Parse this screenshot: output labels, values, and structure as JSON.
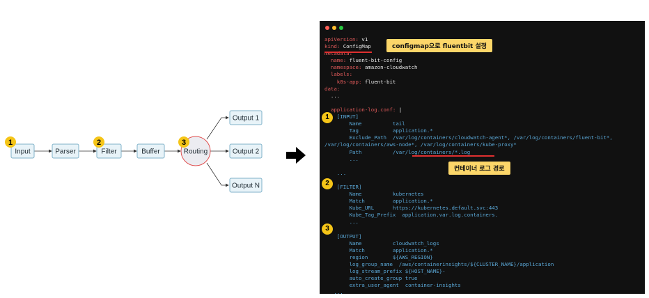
{
  "pipeline": {
    "input": "Input",
    "parser": "Parser",
    "filter": "Filter",
    "buffer": "Buffer",
    "routing": "Routing",
    "output1": "Output 1",
    "output2": "Output 2",
    "outputN": "Output N",
    "badge1": "1",
    "badge2": "2",
    "badge3": "3"
  },
  "colors": {
    "badge": "#f5c518",
    "node_border": "#7fb2c9",
    "node_fill": "#e8f3f8",
    "routing_border": "#e05050",
    "terminal_bg": "#111111",
    "key": "#e05a5a",
    "string": "#5aa7d6",
    "callout_bg": "#fcd669",
    "underline": "#e03030"
  },
  "terminal": {
    "callout_kind": "configmap으로 fluentbit 설정",
    "callout_path": "컨테이너 로그 경로",
    "badge1": "1",
    "badge2": "2",
    "badge3": "3",
    "lines": {
      "l01k": "apiVersion:",
      "l01v": " v1",
      "l02k": "kind:",
      "l02v": " ConfigMap",
      "l03k": "metadata:",
      "l04k": "  name:",
      "l04v": " fluent-bit-config",
      "l05k": "  namespace:",
      "l05v": " amazon-cloudwatch",
      "l06k": "  labels:",
      "l07k": "    k8s-app:",
      "l07v": " fluent-bit",
      "l08k": "data:",
      "l09": "  ...",
      "l11k": "  application-log.conf:",
      "l11v": " |",
      "l12": "    [INPUT]",
      "l13a": "        Name",
      "l13b": "tail",
      "l14a": "        Tag",
      "l14b": "application.*",
      "l15a": "        Exclude_Path",
      "l15b": "/var/log/containers/cloudwatch-agent*, /var/log/containers/fluent-bit*,",
      "l16": "/var/log/containers/aws-node*, /var/log/containers/kube-proxy*",
      "l17a": "        Path",
      "l17b": "/var/log/containers/*.log",
      "l18": "        ...",
      "l20": "    ...",
      "l22": "    [FILTER]",
      "l23a": "        Name",
      "l23b": "kubernetes",
      "l24a": "        Match",
      "l24b": "application.*",
      "l25a": "        Kube_URL",
      "l25b": "https://kubernetes.default.svc:443",
      "l26a": "        Kube_Tag_Prefix",
      "l26b": "application.var.log.containers.",
      "l27": "        ...",
      "l29": "    [OUTPUT]",
      "l30a": "        Name",
      "l30b": "cloudwatch_logs",
      "l31a": "        Match",
      "l31b": "application.*",
      "l32a": "        region",
      "l32b": "${AWS_REGION}",
      "l33a": "        log_group_name",
      "l33b": "/aws/containerinsights/${CLUSTER_NAME}/application",
      "l34a": "        log_stream_prefix",
      "l34b": "${HOST_NAME}-",
      "l35a": "        auto_create_group",
      "l35b": "true",
      "l36a": "        extra_user_agent",
      "l36b": "container-insights",
      "l37": "   ..."
    }
  }
}
